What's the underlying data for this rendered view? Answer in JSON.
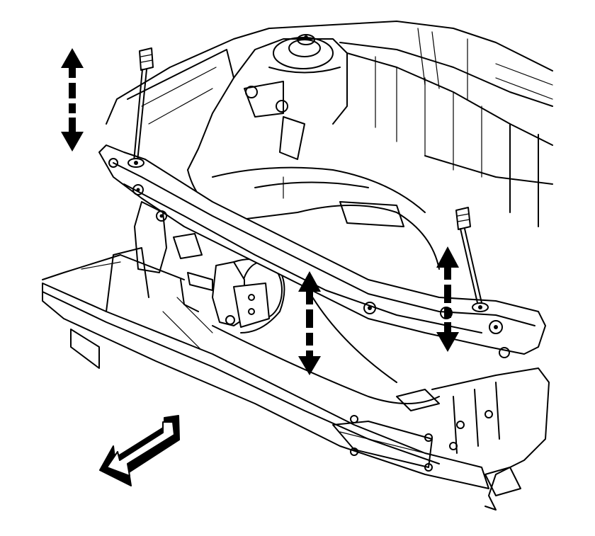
{
  "diagram": {
    "type": "technical-line-illustration",
    "colors": {
      "line": "#000000",
      "background": "#ffffff"
    },
    "components": [
      {
        "id": "radiator-support",
        "icon": "radiator-support-assembly"
      },
      {
        "id": "alignment-pin-left",
        "icon": "alignment-pin"
      },
      {
        "id": "alignment-pin-right",
        "icon": "alignment-pin"
      }
    ],
    "motion_indicators": [
      {
        "id": "left-vertical",
        "icon": "double-arrow-up-down",
        "direction": "up-down"
      },
      {
        "id": "center-vertical",
        "icon": "double-arrow-up-down",
        "direction": "up-down"
      },
      {
        "id": "right-vertical",
        "icon": "double-arrow-up-down",
        "direction": "up-down"
      },
      {
        "id": "vehicle-front",
        "icon": "block-arrow-front",
        "direction": "front"
      }
    ]
  }
}
